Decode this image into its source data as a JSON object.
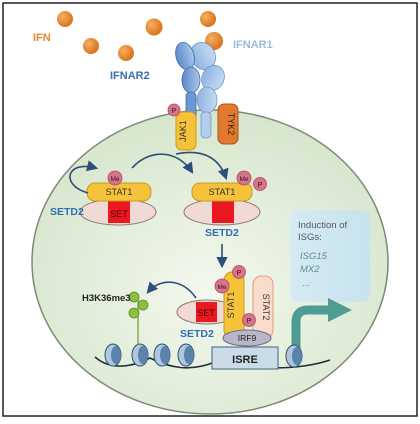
{
  "labels": {
    "ifn": "IFN",
    "ifnar1": "IFNAR1",
    "ifnar2": "IFNAR2",
    "jak1": "JAK1",
    "tyk2": "TYK2",
    "p": "P",
    "me": "Me",
    "stat1": "STAT1",
    "stat2": "STAT2",
    "set": "SET",
    "setd2": "SETD2",
    "irf9": "IRF9",
    "isre": "ISRE",
    "h3k36me3": "H3K36me3"
  },
  "isg_box": {
    "line1": "Induction of",
    "line2": "ISGs:",
    "items": [
      "ISG15",
      "MX2",
      "..."
    ]
  },
  "colors": {
    "ifn_orange": "#E8872A",
    "receptor_blue": "#7BA3D6",
    "receptor_blue_dark": "#4A78B8",
    "jak_yellow": "#F5C23A",
    "tyk_orange": "#E07A2E",
    "set_red": "#E8191F",
    "phospho_pink": "#D9738A",
    "setd2_blue": "#2F6DB5",
    "cell_fill": "#E3EEDC",
    "isg_box": "#D8ECF2",
    "arrow_teal": "#4E9C93",
    "nucleosome": "#3F6F9E",
    "h3k36_green": "#8DBE3F"
  }
}
